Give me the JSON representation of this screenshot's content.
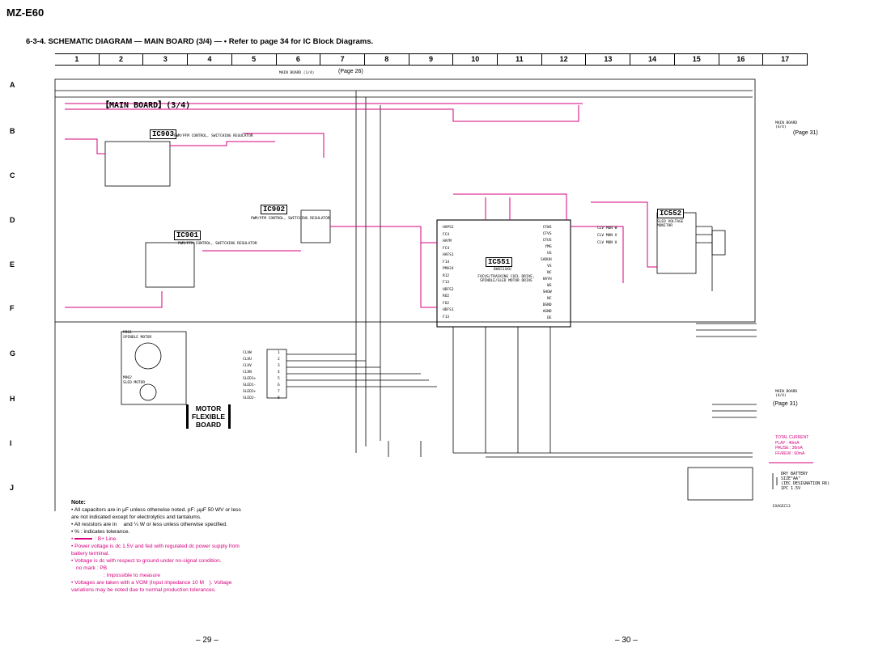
{
  "model": "MZ-E60",
  "heading": "6-3-4. SCHEMATIC DIAGRAM — MAIN BOARD (3/4) —  • Refer to page 34 for IC Block Diagrams.",
  "columns": [
    "1",
    "2",
    "3",
    "4",
    "5",
    "6",
    "7",
    "8",
    "9",
    "10",
    "11",
    "12",
    "13",
    "14",
    "15",
    "16",
    "17"
  ],
  "rows": [
    "A",
    "B",
    "C",
    "D",
    "E",
    "F",
    "G",
    "H",
    "I",
    "J"
  ],
  "board_title": "【MAIN BOARD】(3/4)",
  "top_link": {
    "label": "MAIN BOARD (1/4)",
    "page": "(Page 26)"
  },
  "right_links": [
    {
      "label": "MAIN BOARD (4/4)",
      "page": "(Page 31)"
    },
    {
      "label": "MAIN BOARD (4/4)",
      "page": "(Page 31)"
    }
  ],
  "ics": {
    "ic903": "IC903",
    "ic902": "IC902",
    "ic901": "IC901",
    "ic551": "IC551",
    "ic552": "IC552"
  },
  "ic_desc": {
    "ic903": "PWM/PFM CONTROL, SWITCHING REGULATOR",
    "ic902": "PWM/PFM CONTROL, SWITCHING REGULATOR",
    "ic901": "PWM/PFM CONTROL, SWITCHING REGULATOR",
    "ic551": "FOCUS/TRACKING COIL DRIVE, SPINDLE/SLED MOTOR DRIVE",
    "ic552": "SLED VOLTAGE MONITOR"
  },
  "ic551_part": "BH6511KU",
  "flex_board": [
    "MOTOR",
    "FLEXIBLE",
    "BOARD"
  ],
  "motor_labels": {
    "m901": "M901",
    "m901_desc": "SPINDLE MOTOR",
    "m902": "M902",
    "m902_desc": "SLED MOTOR"
  },
  "connector_pins": [
    {
      "name": "CLVW",
      "n": "1"
    },
    {
      "name": "CLVU",
      "n": "2"
    },
    {
      "name": "CLVV",
      "n": "3"
    },
    {
      "name": "CLVN",
      "n": "4"
    },
    {
      "name": "SLED1+",
      "n": "5"
    },
    {
      "name": "SLED1-",
      "n": "6"
    },
    {
      "name": "SLED2+",
      "n": "7"
    },
    {
      "name": "SLED2-",
      "n": "8"
    }
  ],
  "ic551_left_pins": [
    "HAPS2",
    "FC4",
    "HAYM",
    "FC4",
    "HAFS1",
    "F14",
    "PMA24",
    "R12",
    "F13",
    "HDFS2",
    "RO2",
    "FO2",
    "HDFS1",
    "F13"
  ],
  "ic551_right_pins": [
    "CFWS",
    "CFVS",
    "CFUS",
    "YMG",
    "US",
    "SADUH",
    "VS",
    "NC",
    "HAYH",
    "WS",
    "SHOW",
    "NC",
    "DGND",
    "AGND",
    "DE"
  ],
  "ic552_right": [
    "CLV MON W",
    "CLV MON V",
    "CLV MON U"
  ],
  "battery": {
    "label": "DRY BATTERY",
    "size": "SIZE\"AA\"",
    "desc": "(IEC DESIGNATION R6)",
    "count": "1PC 1.5V"
  },
  "total_current": {
    "title": "TOTAL CURRENT",
    "play": "PLAY  : 40mA",
    "pause": "PAUSE : 36mA",
    "ff": "FF/REW : 60mA"
  },
  "notes": {
    "title": "Note:",
    "items": [
      "All capacitors are in µF unless otherwise noted. pF: µµF 50 WV or less are not indicated except for electrolytics and tantalums.",
      "All resistors are in   and ¼ W or less unless otherwise specified.",
      "%  : indicates tolerance.",
      ": B+ Line.",
      "Power voltage is dc 1.5V and fed with regulated dc power supply from battery terminal.",
      "Voltage is dc with respect to ground under no-signal condition.",
      "no mark : PB",
      ": Impossible to measure",
      "Voltages are taken with a VOM (Input impedance 10 M ). Voltage variations may be noted due to normal production tolerances."
    ]
  },
  "page_left": "– 29 –",
  "page_right": "– 30 –",
  "code": "EXAGEC13",
  "colors": {
    "bplus": "#d6007e",
    "line": "#000000"
  }
}
